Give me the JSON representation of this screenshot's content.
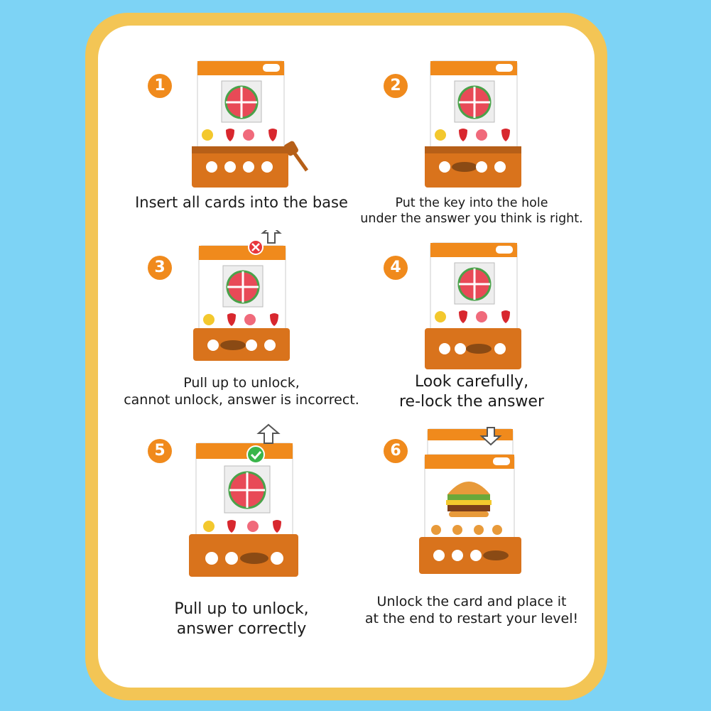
{
  "steps": [
    {
      "number": "1",
      "caption_lines": [
        "Insert all cards into the base"
      ],
      "status": "none"
    },
    {
      "number": "2",
      "caption_lines": [
        "Put the key into the hole",
        "under the answer you think is right."
      ],
      "status": "none"
    },
    {
      "number": "3",
      "caption_lines": [
        "Pull up to unlock,",
        "cannot unlock, answer is incorrect."
      ],
      "status": "wrong"
    },
    {
      "number": "4",
      "caption_lines": [
        "Look carefully,",
        "re-lock the answer"
      ],
      "status": "none"
    },
    {
      "number": "5",
      "caption_lines": [
        "Pull up to unlock,",
        "answer correctly"
      ],
      "status": "correct"
    },
    {
      "number": "6",
      "caption_lines": [
        "Unlock the card and place it",
        "at the end to restart your level!"
      ],
      "status": "next"
    }
  ],
  "colors": {
    "background": "#7dd3f5",
    "frame": "#f3c555",
    "accent_orange": "#f08a1c",
    "base_brown": "#d9731c",
    "wrong_red": "#e8363c",
    "correct_green": "#39b54a"
  }
}
